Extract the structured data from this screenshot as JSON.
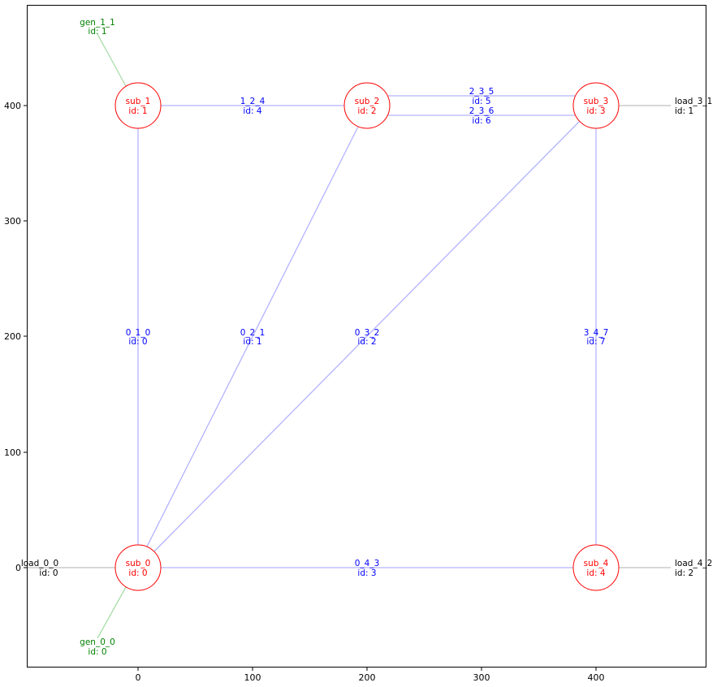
{
  "axes": {
    "x_ticks": [
      "0",
      "100",
      "200",
      "300",
      "400"
    ],
    "y_ticks": [
      "0",
      "100",
      "200",
      "300",
      "400"
    ]
  },
  "colors": {
    "substation": "#ff0000",
    "line": "#0000ff",
    "line_stroke": "#b3b3ff",
    "generator": "#008000",
    "generator_stroke": "#a8dca8",
    "load": "#000000",
    "load_stroke": "#c0c0c0"
  },
  "substations": [
    {
      "name": "sub_0",
      "id": "id: 0"
    },
    {
      "name": "sub_1",
      "id": "id: 1"
    },
    {
      "name": "sub_2",
      "id": "id: 2"
    },
    {
      "name": "sub_3",
      "id": "id: 3"
    },
    {
      "name": "sub_4",
      "id": "id: 4"
    }
  ],
  "lines": [
    {
      "name": "0_1_0",
      "id": "id: 0"
    },
    {
      "name": "0_2_1",
      "id": "id: 1"
    },
    {
      "name": "0_3_2",
      "id": "id: 2"
    },
    {
      "name": "0_4_3",
      "id": "id: 3"
    },
    {
      "name": "1_2_4",
      "id": "id: 4"
    },
    {
      "name": "2_3_5",
      "id": "id: 5"
    },
    {
      "name": "2_3_6",
      "id": "id: 6"
    },
    {
      "name": "3_4_7",
      "id": "id: 7"
    }
  ],
  "generators": [
    {
      "name": "gen_0_0",
      "id": "id: 0"
    },
    {
      "name": "gen_1_1",
      "id": "id: 1"
    }
  ],
  "loads": [
    {
      "name": "load_0_0",
      "id": "id: 0"
    },
    {
      "name": "load_3_1",
      "id": "id: 1"
    },
    {
      "name": "load_4_2",
      "id": "id: 2"
    }
  ]
}
